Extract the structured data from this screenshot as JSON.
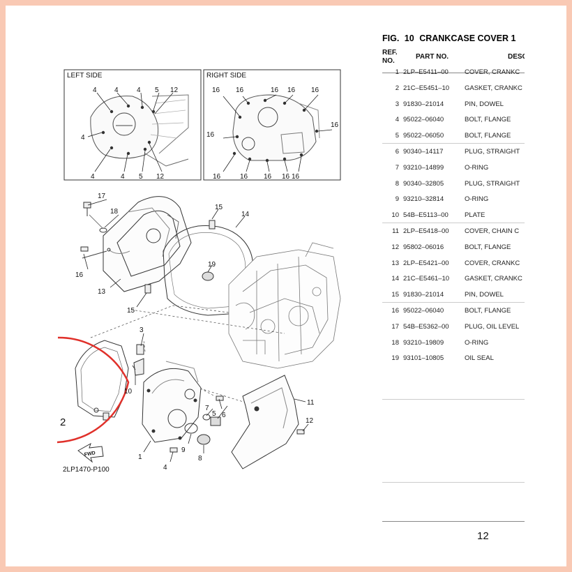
{
  "figure": {
    "label": "FIG.",
    "number": "10",
    "title": "CRANKCASE COVER 1"
  },
  "table_header": {
    "ref": "REF.\nNO.",
    "part_no": "PART NO.",
    "desc": "DESC"
  },
  "parts": [
    {
      "ref": "1",
      "part": "2LP–E5411–00",
      "desc": "COVER, CRANKC"
    },
    {
      "ref": "2",
      "part": "21C–E5451–10",
      "desc": "GASKET, CRANKC"
    },
    {
      "ref": "3",
      "part": "91830–21014",
      "desc": "PIN, DOWEL"
    },
    {
      "ref": "4",
      "part": "95022–06040",
      "desc": "BOLT, FLANGE"
    },
    {
      "ref": "5",
      "part": "95022–06050",
      "desc": "BOLT, FLANGE"
    },
    {
      "ref": "6",
      "part": "90340–14117",
      "desc": "PLUG, STRAIGHT"
    },
    {
      "ref": "7",
      "part": "93210–14899",
      "desc": "O-RING"
    },
    {
      "ref": "8",
      "part": "90340–32805",
      "desc": "PLUG, STRAIGHT"
    },
    {
      "ref": "9",
      "part": "93210–32814",
      "desc": "O-RING"
    },
    {
      "ref": "10",
      "part": "54B–E5113–00",
      "desc": "PLATE"
    },
    {
      "ref": "11",
      "part": "2LP–E5418–00",
      "desc": "COVER, CHAIN C"
    },
    {
      "ref": "12",
      "part": "95802–06016",
      "desc": "BOLT, FLANGE"
    },
    {
      "ref": "13",
      "part": "2LP–E5421–00",
      "desc": "COVER, CRANKC"
    },
    {
      "ref": "14",
      "part": "21C–E5461–10",
      "desc": "GASKET, CRANKC"
    },
    {
      "ref": "15",
      "part": "91830–21014",
      "desc": "PIN, DOWEL"
    },
    {
      "ref": "16",
      "part": "95022–06040",
      "desc": "BOLT, FLANGE"
    },
    {
      "ref": "17",
      "part": "54B–E5362–00",
      "desc": "PLUG, OIL LEVEL"
    },
    {
      "ref": "18",
      "part": "93210–19809",
      "desc": "O-RING"
    },
    {
      "ref": "19",
      "part": "93101–10805",
      "desc": "OIL SEAL"
    }
  ],
  "page_number": "12",
  "diagram": {
    "left_side_label": "LEFT SIDE",
    "right_side_label": "RIGHT SIDE",
    "fwd_label": "FWD",
    "code": "2LP1470-P100",
    "left_inset_top": [
      "4",
      "4",
      "4",
      "5",
      "12"
    ],
    "left_inset_side": "4",
    "left_inset_bottom": [
      "4",
      "4",
      "5",
      "12"
    ],
    "right_inset_top": [
      "16",
      "16",
      "16",
      "16",
      "16"
    ],
    "right_inset_side_left": "16",
    "right_inset_side_right": "16",
    "right_inset_bottom": [
      "16",
      "16",
      "16",
      "16",
      "16"
    ],
    "callouts": {
      "c17": "17",
      "c18": "18",
      "c15a": "15",
      "c14": "14",
      "c16": "16",
      "c19": "19",
      "c13": "13",
      "c15b": "15",
      "c3": "3",
      "c11": "11",
      "c10": "10",
      "c7": "7",
      "c5": "5",
      "c6": "6",
      "c12": "12",
      "c2": "2",
      "c9": "9",
      "c1": "1",
      "c8": "8",
      "c4": "4"
    },
    "highlight_color": "#e0302a"
  }
}
